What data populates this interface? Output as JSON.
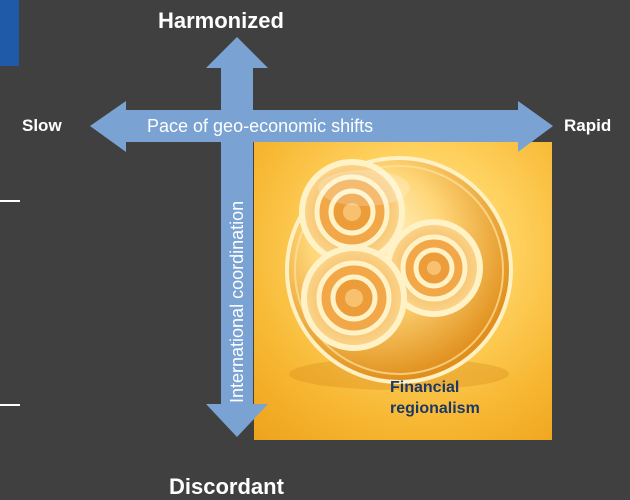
{
  "axes": {
    "top": "Harmonized",
    "bottom": "Discordant",
    "left": "Slow",
    "right": "Rapid",
    "horizontal_caption": "Pace of geo-economic shifts",
    "vertical_caption": "International coordination"
  },
  "quadrant": {
    "label_line1": "Financial",
    "label_line2": "regionalism"
  },
  "colors": {
    "background": "#404040",
    "arrow": "#7aa3d4",
    "accent_blue": "#1e5aa8",
    "quadrant_orange": "#f7b732",
    "caption_navy": "#1c3864"
  }
}
